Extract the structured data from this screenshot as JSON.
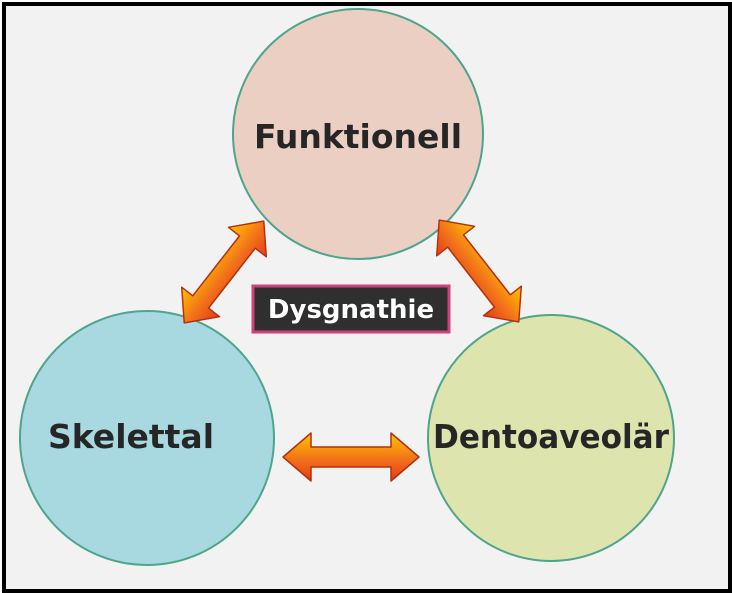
{
  "diagram": {
    "center_label": "Dysgnathie",
    "nodes": [
      {
        "id": "funktionell",
        "label": "Funktionell",
        "fill": "#ebcfc3",
        "stroke": "#4da58c"
      },
      {
        "id": "skelettal",
        "label": "Skelettal",
        "fill": "#a8d8e0",
        "stroke": "#4da58c"
      },
      {
        "id": "dentoaveolar",
        "label": "Dentoaveolär",
        "fill": "#dde4ad",
        "stroke": "#4da58c"
      }
    ],
    "colors": {
      "background": "#f2f2f2",
      "frame": "#000000",
      "center_box_fill": "#2f2f2f",
      "center_box_border": "#d0407a",
      "arrow_light": "#ffc400",
      "arrow_dark": "#e8481a",
      "arrow_outline": "#b23010"
    }
  }
}
